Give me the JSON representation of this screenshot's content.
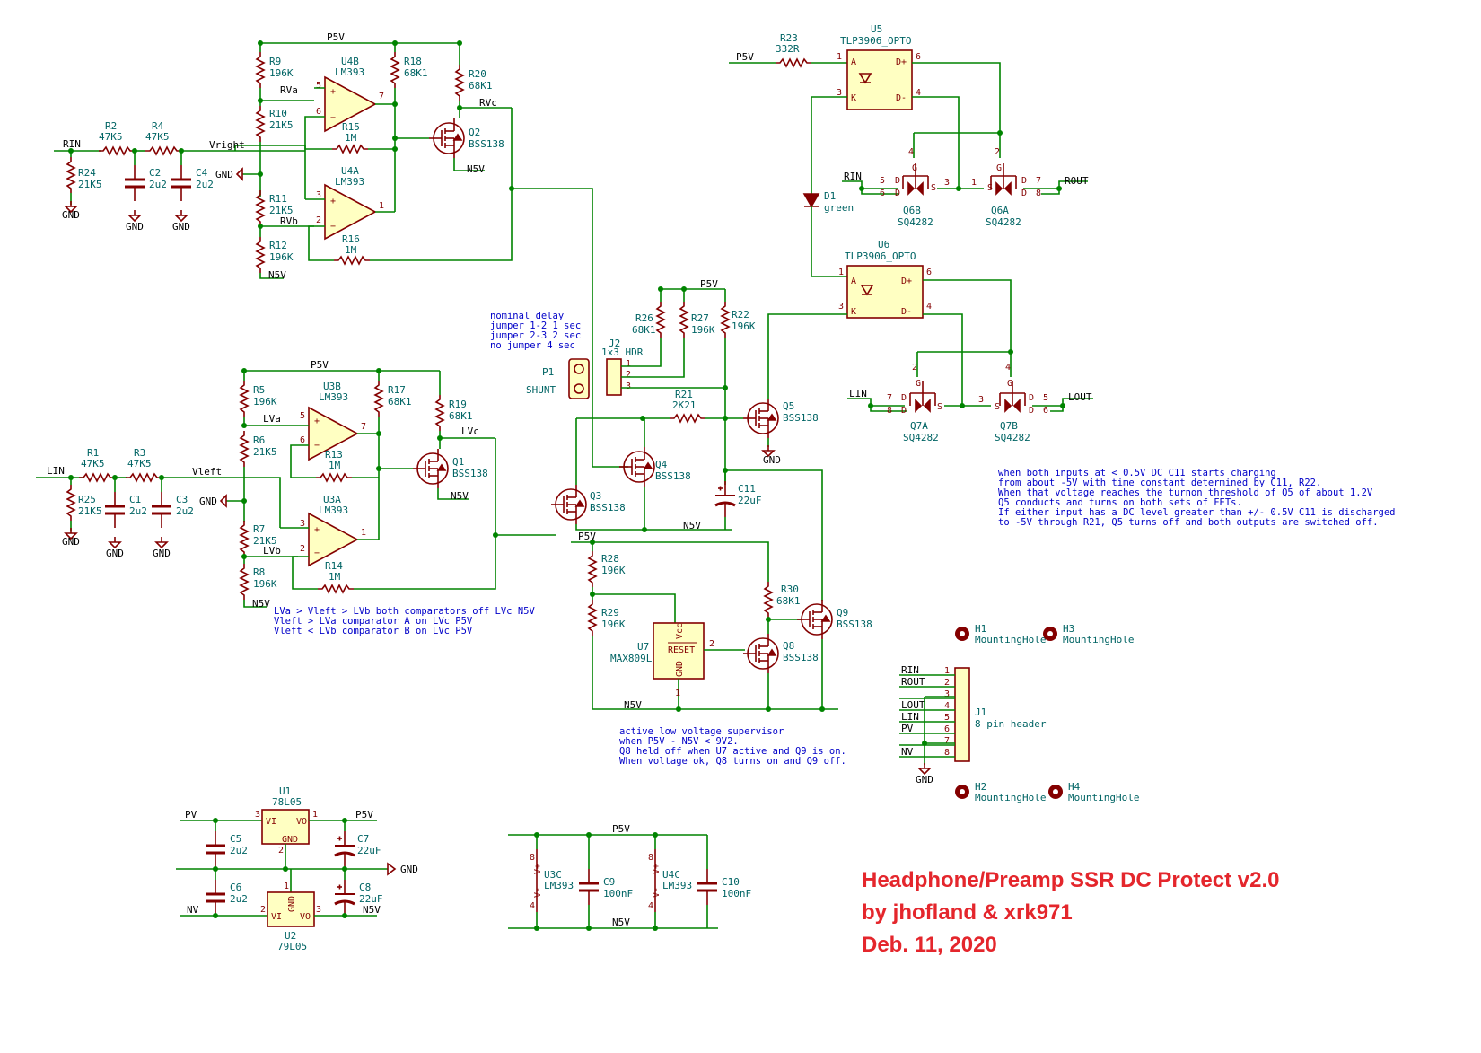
{
  "title_block": {
    "line1": "Headphone/Preamp SSR DC Protect  v2.0",
    "line2": "by jhofland & xrk971",
    "line3": "Deb. 11, 2020"
  },
  "colors": {
    "wire": "#008400",
    "component": "#840000",
    "component_fill": "#ffffc2",
    "reference_text": "#006464",
    "note_text": "#0000c8",
    "title_text": "#e4262c"
  },
  "nets": {
    "p5v": "P5V",
    "n5v": "N5V",
    "gnd": "GND",
    "pv": "PV",
    "nv": "NV",
    "rin": "RIN",
    "lin": "LIN",
    "rout": "ROUT",
    "lout": "LOUT",
    "vright": "Vright",
    "vleft": "Vleft",
    "rva": "RVa",
    "rvb": "RVb",
    "rvc": "RVc",
    "lva": "LVa",
    "lvb": "LVb",
    "lvc": "LVc"
  },
  "components": {
    "R1": {
      "ref": "R1",
      "value": "47K5"
    },
    "R2": {
      "ref": "R2",
      "value": "47K5"
    },
    "R3": {
      "ref": "R3",
      "value": "47K5"
    },
    "R4": {
      "ref": "R4",
      "value": "47K5"
    },
    "R5": {
      "ref": "R5",
      "value": "196K"
    },
    "R6": {
      "ref": "R6",
      "value": "21K5"
    },
    "R7": {
      "ref": "R7",
      "value": "21K5"
    },
    "R8": {
      "ref": "R8",
      "value": "196K"
    },
    "R9": {
      "ref": "R9",
      "value": "196K"
    },
    "R10": {
      "ref": "R10",
      "value": "21K5"
    },
    "R11": {
      "ref": "R11",
      "value": "21K5"
    },
    "R12": {
      "ref": "R12",
      "value": "196K"
    },
    "R13": {
      "ref": "R13",
      "value": "1M"
    },
    "R14": {
      "ref": "R14",
      "value": "1M"
    },
    "R15": {
      "ref": "R15",
      "value": "1M"
    },
    "R16": {
      "ref": "R16",
      "value": "1M"
    },
    "R17": {
      "ref": "R17",
      "value": "68K1"
    },
    "R18": {
      "ref": "R18",
      "value": "68K1"
    },
    "R19": {
      "ref": "R19",
      "value": "68K1"
    },
    "R20": {
      "ref": "R20",
      "value": "68K1"
    },
    "R21": {
      "ref": "R21",
      "value": "2K21"
    },
    "R22": {
      "ref": "R22",
      "value": "196K"
    },
    "R23": {
      "ref": "R23",
      "value": "332R"
    },
    "R24": {
      "ref": "R24",
      "value": "21K5"
    },
    "R25": {
      "ref": "R25",
      "value": "21K5"
    },
    "R26": {
      "ref": "R26",
      "value": "68K1"
    },
    "R27": {
      "ref": "R27",
      "value": "196K"
    },
    "R28": {
      "ref": "R28",
      "value": "196K"
    },
    "R29": {
      "ref": "R29",
      "value": "196K"
    },
    "R30": {
      "ref": "R30",
      "value": "68K1"
    },
    "C1": {
      "ref": "C1",
      "value": "2u2"
    },
    "C2": {
      "ref": "C2",
      "value": "2u2"
    },
    "C3": {
      "ref": "C3",
      "value": "2u2"
    },
    "C4": {
      "ref": "C4",
      "value": "2u2"
    },
    "C5": {
      "ref": "C5",
      "value": "2u2"
    },
    "C6": {
      "ref": "C6",
      "value": "2u2"
    },
    "C7": {
      "ref": "C7",
      "value": "22uF"
    },
    "C8": {
      "ref": "C8",
      "value": "22uF"
    },
    "C9": {
      "ref": "C9",
      "value": "100nF"
    },
    "C10": {
      "ref": "C10",
      "value": "100nF"
    },
    "C11": {
      "ref": "C11",
      "value": "22uF"
    },
    "U3A": {
      "ref": "U3A",
      "value": "LM393"
    },
    "U3B": {
      "ref": "U3B",
      "value": "LM393"
    },
    "U3C": {
      "ref": "U3C",
      "value": "LM393"
    },
    "U4A": {
      "ref": "U4A",
      "value": "LM393"
    },
    "U4B": {
      "ref": "U4B",
      "value": "LM393"
    },
    "U4C": {
      "ref": "U4C",
      "value": "LM393"
    },
    "Q1": {
      "ref": "Q1",
      "value": "BSS138"
    },
    "Q2": {
      "ref": "Q2",
      "value": "BSS138"
    },
    "Q3": {
      "ref": "Q3",
      "value": "BSS138"
    },
    "Q4": {
      "ref": "Q4",
      "value": "BSS138"
    },
    "Q5": {
      "ref": "Q5",
      "value": "BSS138"
    },
    "Q8": {
      "ref": "Q8",
      "value": "BSS138"
    },
    "Q9": {
      "ref": "Q9",
      "value": "BSS138"
    },
    "Q6A": {
      "ref": "Q6A",
      "value": "SQ4282"
    },
    "Q6B": {
      "ref": "Q6B",
      "value": "SQ4282"
    },
    "Q7A": {
      "ref": "Q7A",
      "value": "SQ4282"
    },
    "Q7B": {
      "ref": "Q7B",
      "value": "SQ4282"
    },
    "U5": {
      "ref": "U5",
      "value": "TLP3906_OPTO"
    },
    "U6": {
      "ref": "U6",
      "value": "TLP3906_OPTO"
    },
    "D1": {
      "ref": "D1",
      "value": "green"
    },
    "U1": {
      "ref": "U1",
      "value": "78L05"
    },
    "U2": {
      "ref": "U2",
      "value": "79L05"
    },
    "U7": {
      "ref": "U7",
      "value": "MAX809L"
    },
    "J1": {
      "ref": "J1",
      "value": "8 pin header"
    },
    "J2": {
      "ref": "J2",
      "value": "1x3 HDR"
    },
    "P1": {
      "ref": "P1",
      "value": "SHUNT"
    },
    "H1": {
      "ref": "H1",
      "value": "MountingHole"
    },
    "H2": {
      "ref": "H2",
      "value": "MountingHole"
    },
    "H3": {
      "ref": "H3",
      "value": "MountingHole"
    },
    "H4": {
      "ref": "H4",
      "value": "MountingHole"
    }
  },
  "pin_labels": {
    "vi": "VI",
    "vo": "VO",
    "gnd": "GND",
    "vcc": "Vcc",
    "reset": "RESET",
    "v_plus": "V+",
    "v_minus": "V-",
    "a": "A",
    "k": "K",
    "d_plus": "D+",
    "d_minus": "D-",
    "d": "D",
    "s": "S",
    "g": "G"
  },
  "pin_numbers": {
    "p1": "1",
    "p2": "2",
    "p3": "3",
    "p4": "4",
    "p5": "5",
    "p6": "6",
    "p7": "7",
    "p8": "8"
  },
  "j1_pins": [
    "RIN",
    "ROUT",
    "",
    "LOUT",
    "LIN",
    "PV",
    "",
    "NV"
  ],
  "notes": {
    "delay": [
      "nominal delay",
      "jumper 1-2   1 sec",
      "jumper 2-3   2 sec",
      "no jumper   4 sec"
    ],
    "comparator": [
      "LVa > Vleft > LVb  both comparators off  LVc N5V",
      "Vleft > LVa  comparator A on LVc P5V",
      "Vleft < LVb  comparator B on LVc P5V"
    ],
    "supervisor": [
      "active low voltage supervisor",
      "when P5V - N5V < 9V2.",
      "Q8 held off when U7 active and Q9 is on.",
      "When voltage ok, Q8 turns on and Q9 off."
    ],
    "timing": [
      "when both inputs at < 0.5V DC C11 starts charging",
      "from about -5V with time constant determined by C11, R22.",
      "When that voltage reaches the turnon threshold of Q5 of about 1.2V",
      "Q5 conducts and turns on both sets of FETs.",
      "If either input has a DC level greater than +/- 0.5V C11 is discharged",
      "  to -5V through R21, Q5 turns off and both outputs are switched off."
    ]
  }
}
